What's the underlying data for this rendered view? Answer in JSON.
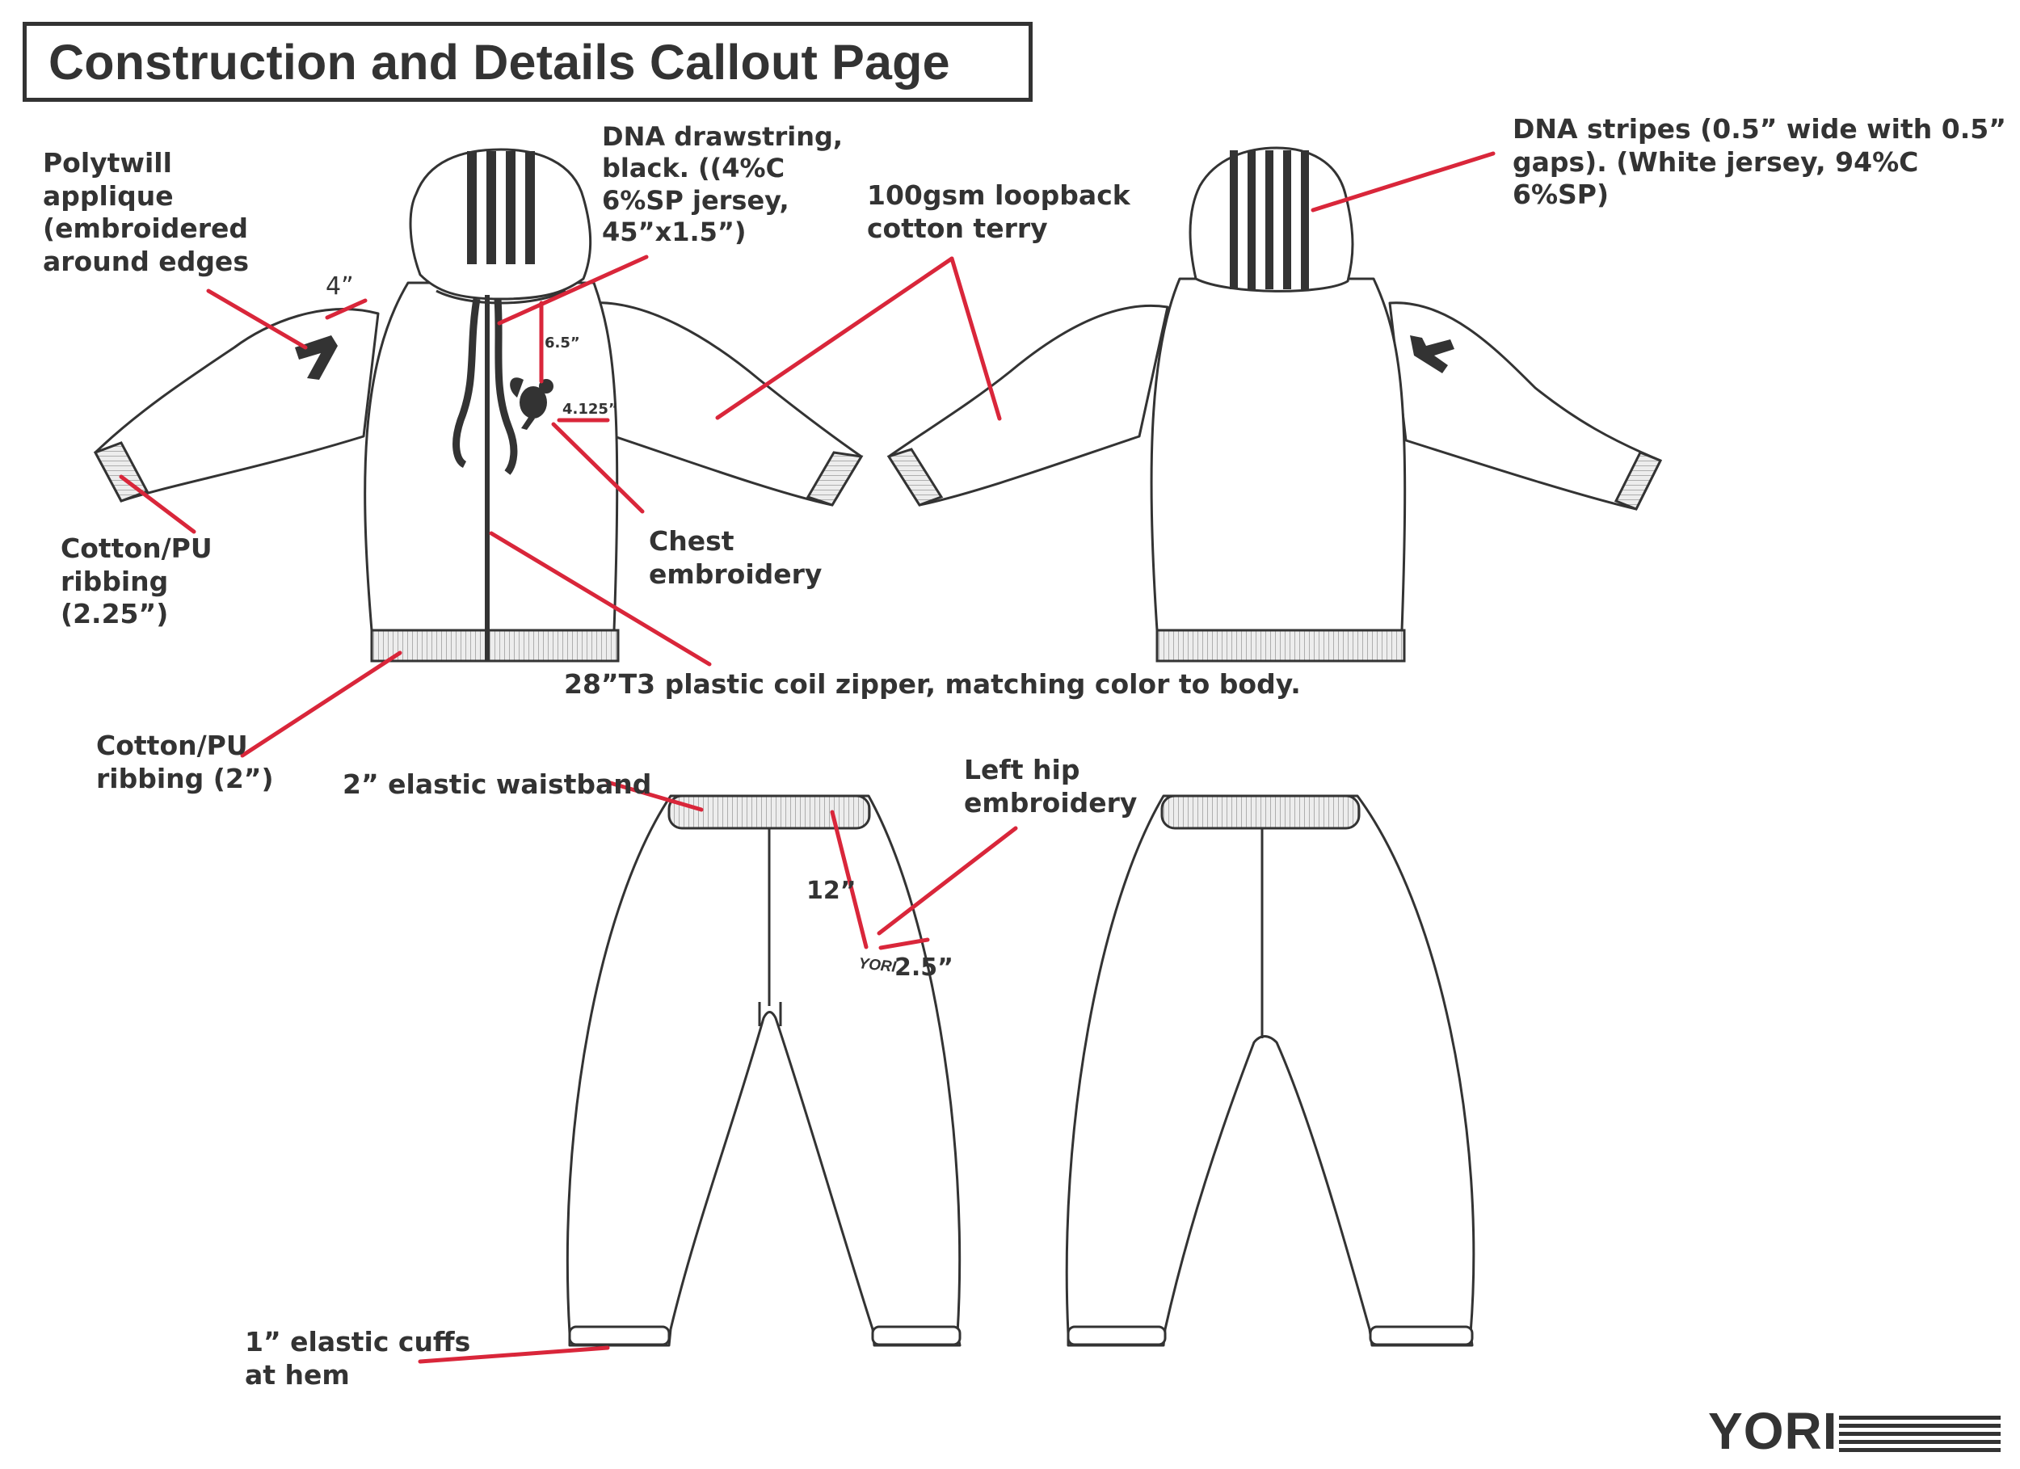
{
  "page": {
    "title": "Construction and Details Callout Page",
    "brand": "YORI",
    "pant_logo_text": "YORI"
  },
  "callouts": {
    "polytwill": "Polytwill\napplique\n(embroidered\naround edges",
    "applique_width": "4”",
    "drawstring": "DNA drawstring,\nblack. ((4%C\n6%SP jersey,\n45”x1.5”)",
    "terry": "100gsm loopback\ncotton terry",
    "dna_stripes": "DNA stripes (0.5” wide with 0.5”\ngaps). (White jersey, 94%C 6%SP)",
    "chest_drop": "6.5”",
    "chest_offset": "4.125”",
    "chest_embroidery": "Chest\nembroidery",
    "cuff_ribbing": "Cotton/PU\nribbing\n(2.25”)",
    "zipper": "28”T3 plastic coil zipper, matching color to body.",
    "hem_ribbing": "Cotton/PU\nribbing (2”)",
    "waistband": "2” elastic waistband",
    "hip_embroidery": "Left hip\nembroidery",
    "hip_drop": "12”",
    "hip_offset": "2.5”",
    "elastic_cuffs": "1” elastic cuffs\nat hem"
  },
  "colors": {
    "callout_line": "#d9263a",
    "outline": "#333333",
    "ribbing": "#cfcfcf",
    "stripe": "#333333"
  },
  "icons": [
    "squirrel-embroidery-icon",
    "number-seven-applique-icon",
    "yori-stripes-logo-icon"
  ]
}
